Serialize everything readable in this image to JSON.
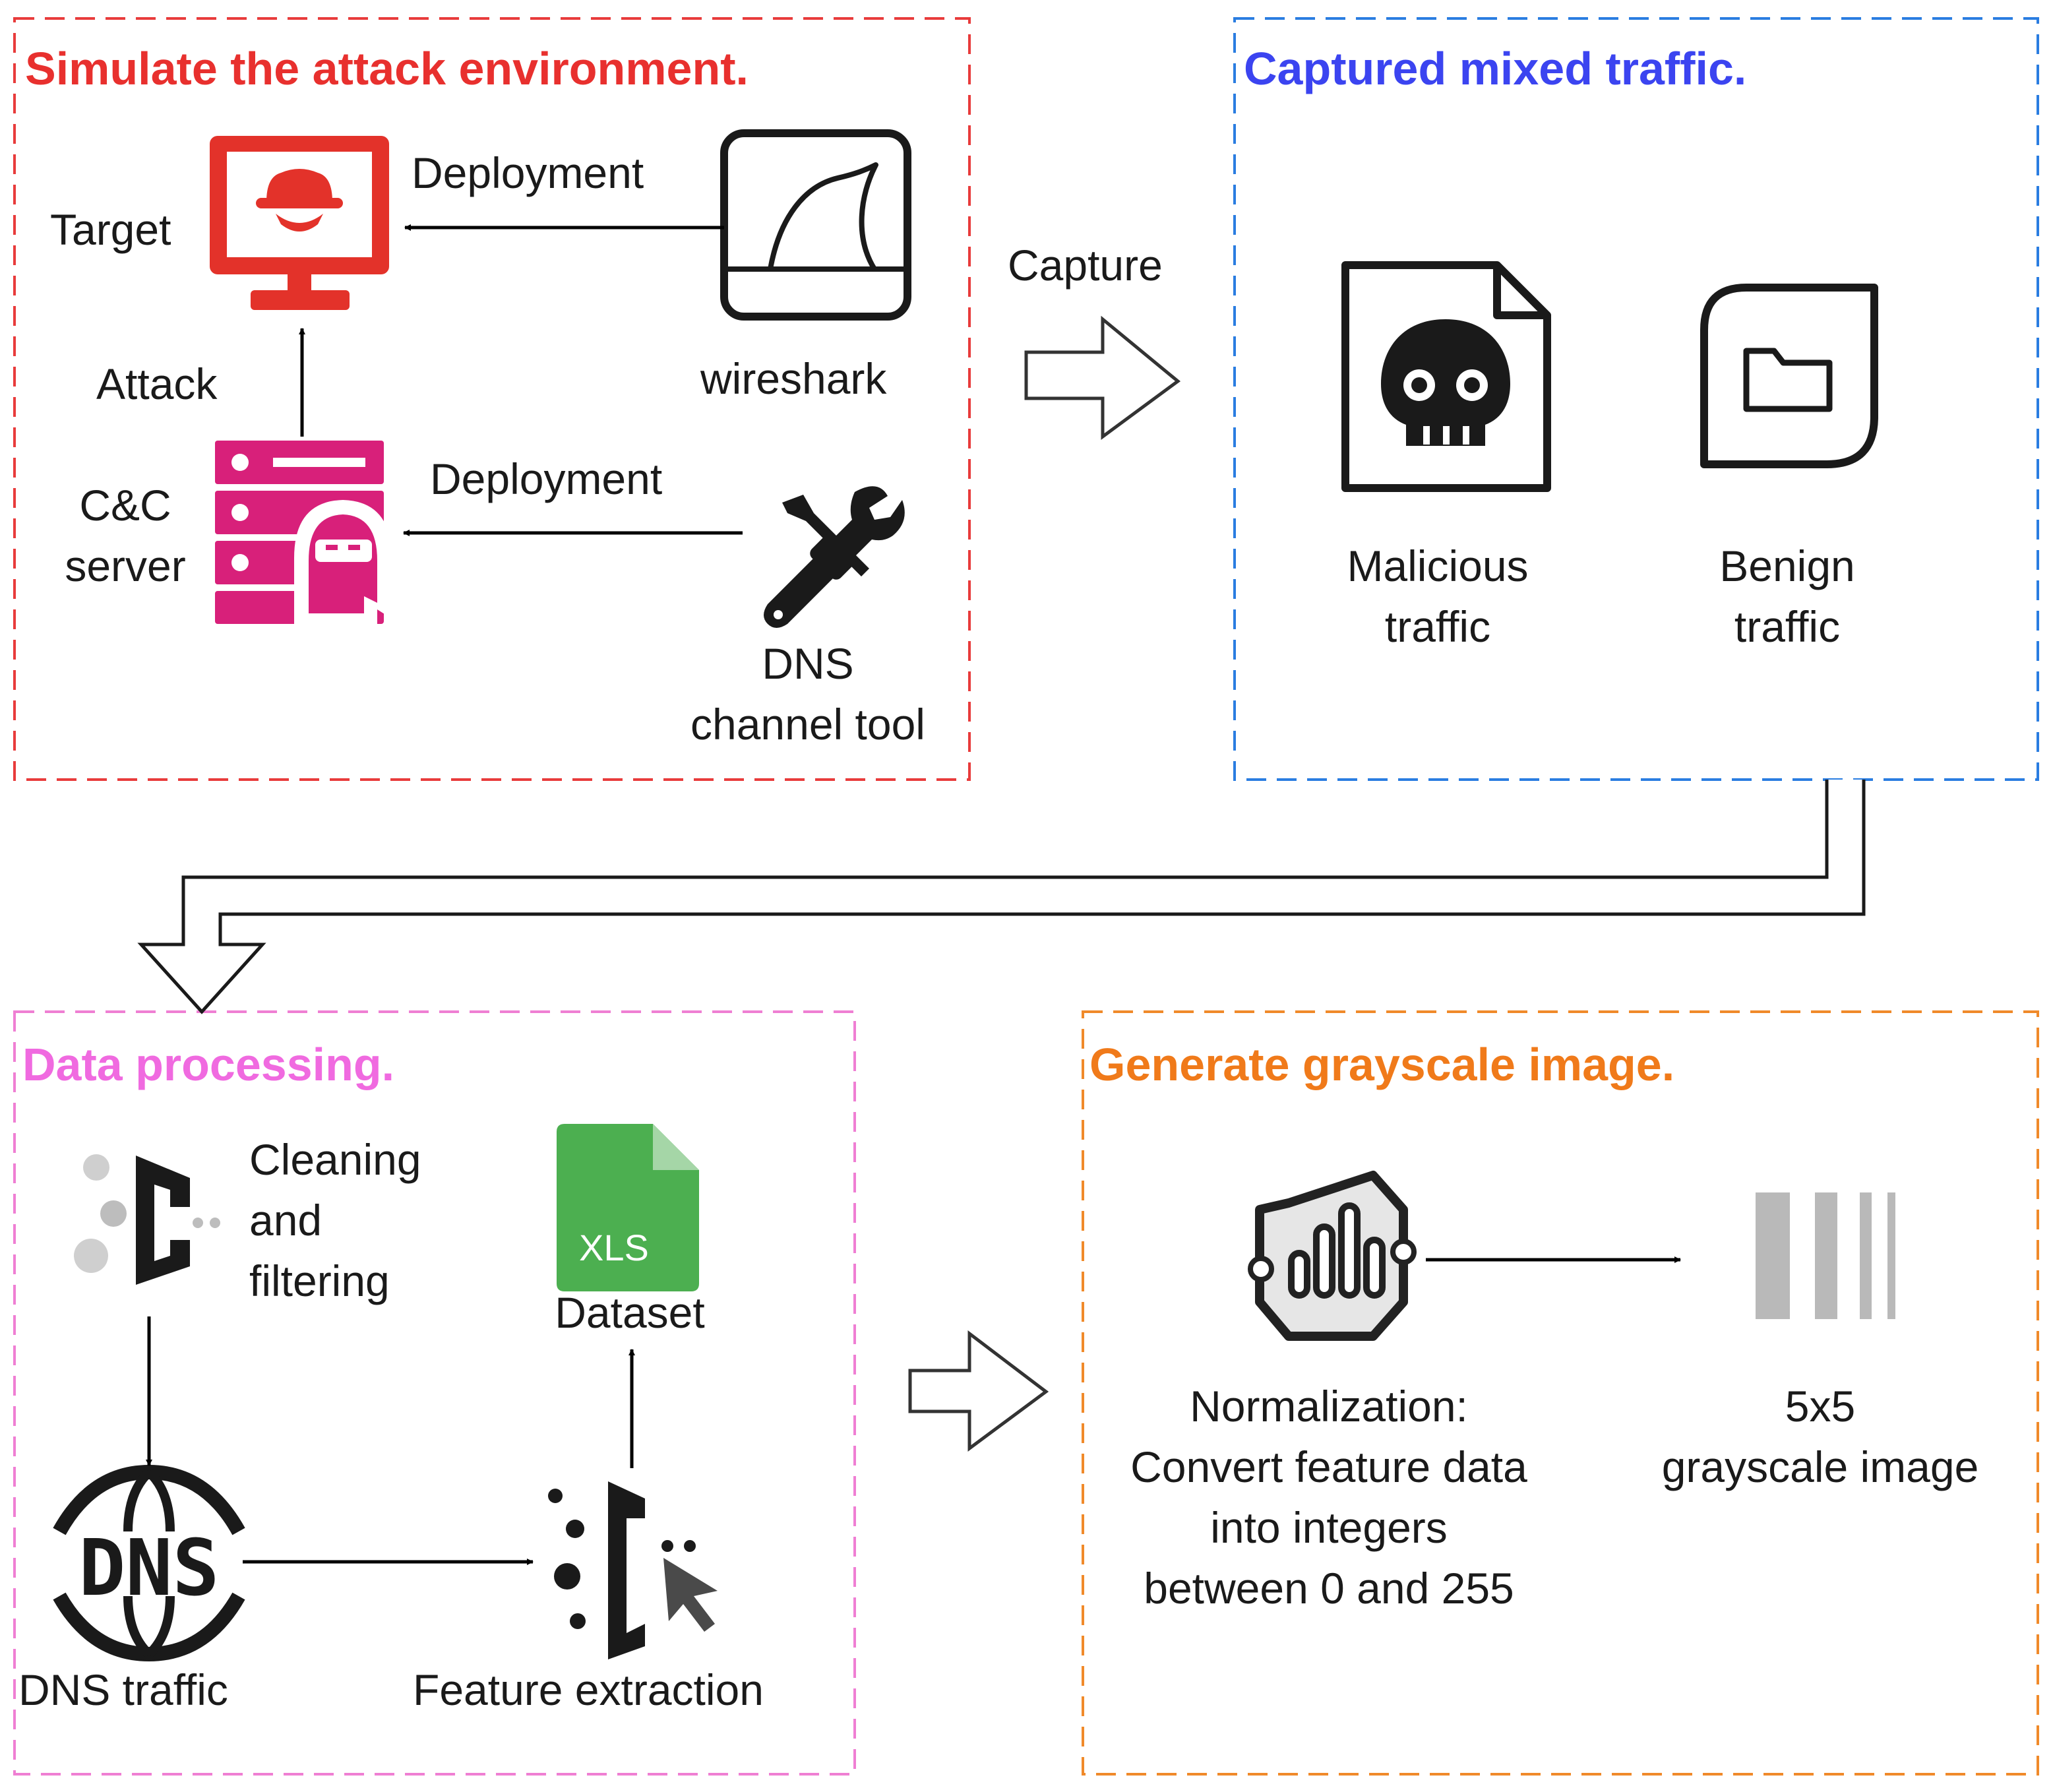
{
  "colors": {
    "sim_border": "#e83b3b",
    "cap_border": "#2a7de1",
    "proc_border": "#ef7fd3",
    "gen_border": "#f08a2a",
    "sim_title": "#e8302e",
    "cap_title": "#3b44f0",
    "proc_title": "#f06ae0",
    "gen_title": "#f07a1a",
    "target_red": "#e3322a",
    "server_pink": "#d8207a",
    "xls_green": "#4caf50",
    "gray_bars": "#b9b9b9"
  },
  "panels": {
    "simulate": {
      "title": "Simulate the attack environment.",
      "target_label": "Target",
      "deployment_top": "Deployment",
      "wireshark_label": "wireshark",
      "attack_label": "Attack",
      "cc_label_1": "C&C",
      "cc_label_2": "server",
      "deployment_bottom": "Deployment",
      "dns_tool_label_1": "DNS",
      "dns_tool_label_2": "channel tool"
    },
    "captured": {
      "title": "Captured mixed traffic.",
      "malicious_1": "Malicious",
      "malicious_2": "traffic",
      "benign_1": "Benign",
      "benign_2": "traffic"
    },
    "processing": {
      "title": "Data processing.",
      "cleaning_1": "Cleaning",
      "cleaning_2": "and",
      "cleaning_3": "filtering",
      "xls_text": "XLS",
      "dataset_label": "Dataset",
      "dns_icon_text": "DNS",
      "dns_traffic_label": "DNS traffic",
      "feature_label": "Feature extraction"
    },
    "generate": {
      "title": "Generate grayscale image.",
      "norm_1": "Normalization:",
      "norm_2": "Convert feature data",
      "norm_3": "into integers",
      "norm_4": "between 0 and 255",
      "gray_1": "5x5",
      "gray_2": "grayscale image"
    }
  },
  "capture_label": "Capture",
  "icons": [
    "hacker-monitor-icon",
    "shark-fin-icon",
    "cc-server-icon",
    "wrench-screwdriver-icon",
    "skull-document-icon",
    "folder-document-icon",
    "cleaning-filter-icon",
    "xls-file-icon",
    "dns-globe-icon",
    "feature-extraction-icon",
    "normalization-chart-icon",
    "grayscale-bars-icon"
  ]
}
